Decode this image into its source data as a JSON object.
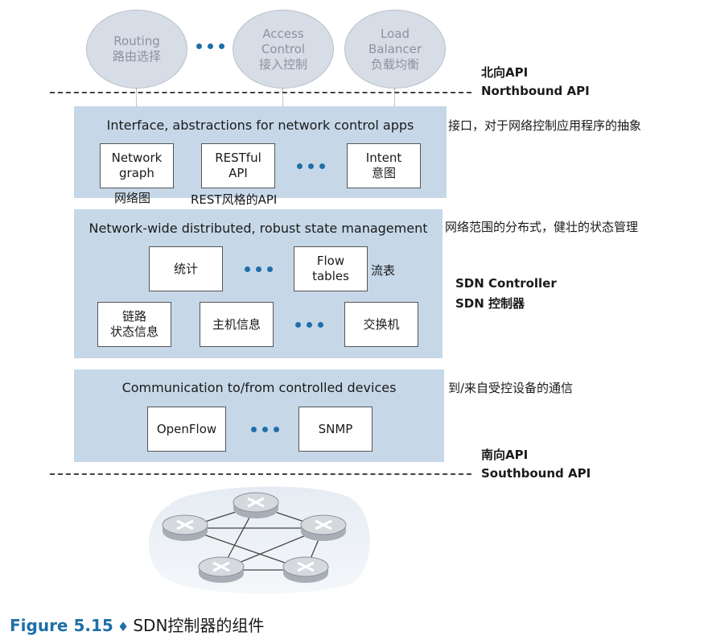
{
  "apps": [
    {
      "en": "Routing",
      "zh": "路由选择"
    },
    {
      "en": "Access Control",
      "zh": "接入控制"
    },
    {
      "en": "Load Balancer",
      "zh": "负载均衡"
    }
  ],
  "apps_multiline": {
    "access": [
      "Access",
      "Control",
      "接入控制"
    ],
    "load": [
      "Load",
      "Balancer",
      "负载均衡"
    ]
  },
  "northbound": {
    "zh": "北向API",
    "en": "Northbound API"
  },
  "southbound": {
    "zh": "南向API",
    "en": "Southbound API"
  },
  "layer1": {
    "title": "Interface, abstractions for  network control apps",
    "note": "接口，对于网络控制应用程序的抽象",
    "box1": [
      "Network",
      "graph"
    ],
    "box1_zh": "网络图",
    "box2": [
      "RESTful",
      "API"
    ],
    "box2_zh": "REST风格的API",
    "box3": [
      "Intent",
      "意图"
    ]
  },
  "layer2": {
    "title": "Network-wide distributed, robust state management",
    "note": "网络范围的分布式，健壮的状态管理",
    "stats": "统计",
    "flow": [
      "Flow",
      "tables"
    ],
    "flow_zh": "流表",
    "link": [
      "链路",
      "状态信息"
    ],
    "host": "主机信息",
    "switch": "交换机"
  },
  "controller": {
    "en": "SDN Controller",
    "zh": "SDN 控制器"
  },
  "layer3": {
    "title": "Communication to/from controlled devices",
    "note": "到/来自受控设备的通信",
    "openflow": "OpenFlow",
    "snmp": "SNMP"
  },
  "caption": {
    "fig": "Figure 5.15",
    "bullet": "♦",
    "text": "SDN控制器的组件"
  }
}
